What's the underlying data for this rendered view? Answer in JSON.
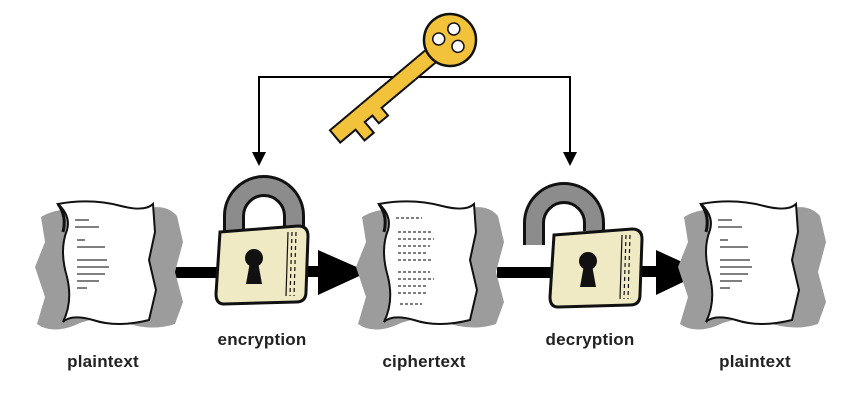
{
  "labels": {
    "plaintext_in": "plaintext",
    "encryption": "encryption",
    "ciphertext": "ciphertext",
    "decryption": "decryption",
    "plaintext_out": "plaintext"
  },
  "icons": {
    "key": "key-icon",
    "closed_lock": "closed-padlock-icon",
    "open_lock": "open-padlock-icon",
    "document": "document-icon"
  },
  "colors": {
    "key": "#f2c23a",
    "lock_body": "#efe9c4",
    "shackle": "#8c8c8c",
    "paper_shadow": "#9c9c9c",
    "arrow": "#000000"
  }
}
